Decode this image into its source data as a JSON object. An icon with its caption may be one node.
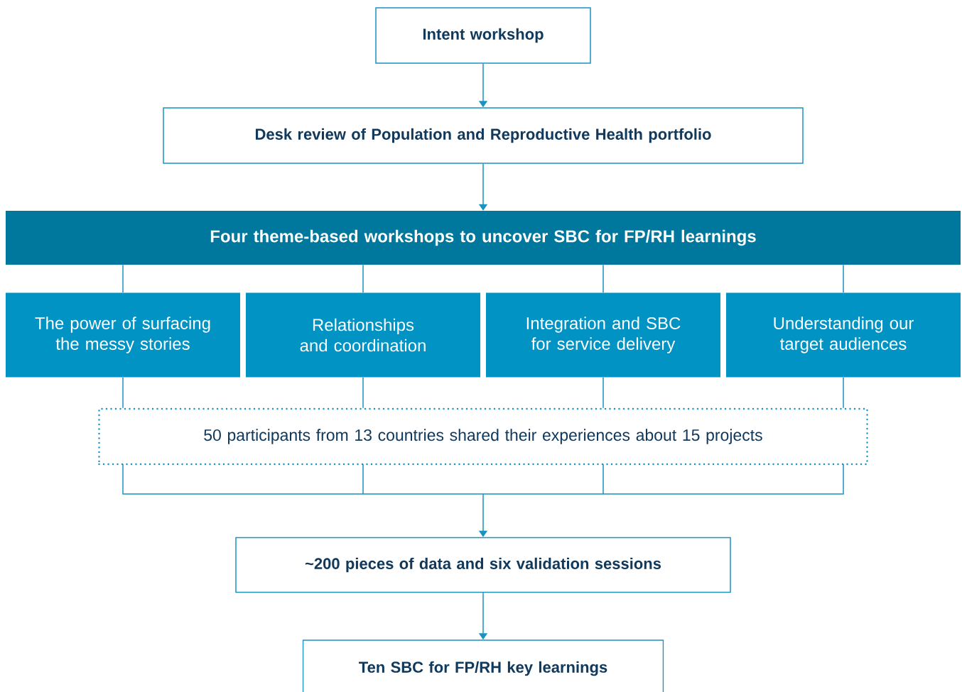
{
  "diagram": {
    "nodes": [
      {
        "text": [
          "Intent workshop"
        ]
      },
      {
        "text": [
          "Desk review of Population and Reproductive Health portfolio"
        ]
      },
      {
        "text": [
          "Four theme-based workshops to uncover SBC for FP/RH learnings"
        ]
      },
      {
        "text": [
          "The power of surfacing the messy stories"
        ]
      },
      {
        "text": [
          "Relationships and coordination"
        ]
      },
      {
        "text": [
          "Integration and SBC for service delivery"
        ]
      },
      {
        "text": [
          "Understanding our target audiences"
        ]
      },
      {
        "text": [
          "50 participants from 13 countries shared their experiences about 15 projects"
        ]
      },
      {
        "text": [
          "~200 pieces of data and six validation sessions"
        ]
      },
      {
        "text": [
          "Ten SBC for FP/RH key learnings"
        ]
      }
    ],
    "edges": [
      {
        "from": 0,
        "to": 1,
        "arrow": "to"
      },
      {
        "from": 1,
        "to": 2,
        "arrow": "to"
      },
      {
        "from": 2,
        "to": 3,
        "arrow": "none"
      },
      {
        "from": 2,
        "to": 4,
        "arrow": "none"
      },
      {
        "from": 2,
        "to": 5,
        "arrow": "none"
      },
      {
        "from": 2,
        "to": 6,
        "arrow": "none"
      },
      {
        "from": 3,
        "to": 7,
        "arrow": "none"
      },
      {
        "from": 4,
        "to": 7,
        "arrow": "none"
      },
      {
        "from": 5,
        "to": 7,
        "arrow": "none"
      },
      {
        "from": 6,
        "to": 7,
        "arrow": "none"
      },
      {
        "from": 7,
        "to": 8,
        "arrow": "to"
      },
      {
        "from": 8,
        "to": 9,
        "arrow": "to"
      }
    ]
  }
}
